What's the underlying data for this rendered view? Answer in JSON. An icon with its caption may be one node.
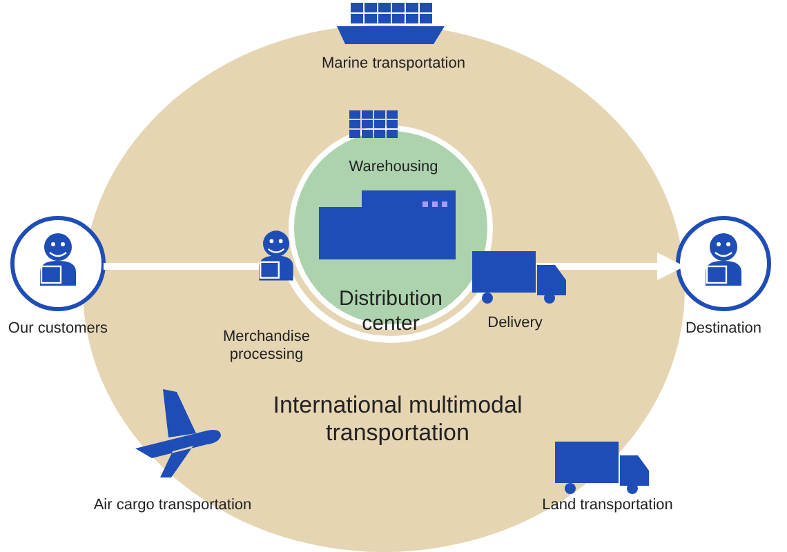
{
  "diagram": {
    "nodes": [
      {
        "text": [
          "International multimodal transportation"
        ]
      },
      {
        "text": [
          "Distribution center"
        ],
        "in": 0
      },
      {
        "text": [
          "Our customers"
        ]
      },
      {
        "text": [
          "Destination"
        ]
      }
    ],
    "edges": [
      {
        "from": 2,
        "to": 3,
        "arrow": "to"
      }
    ],
    "labels": [
      "Marine transportation",
      "Warehousing",
      "Merchandise processing",
      "Delivery",
      "Air cargo transportation",
      "Land transportation"
    ]
  }
}
